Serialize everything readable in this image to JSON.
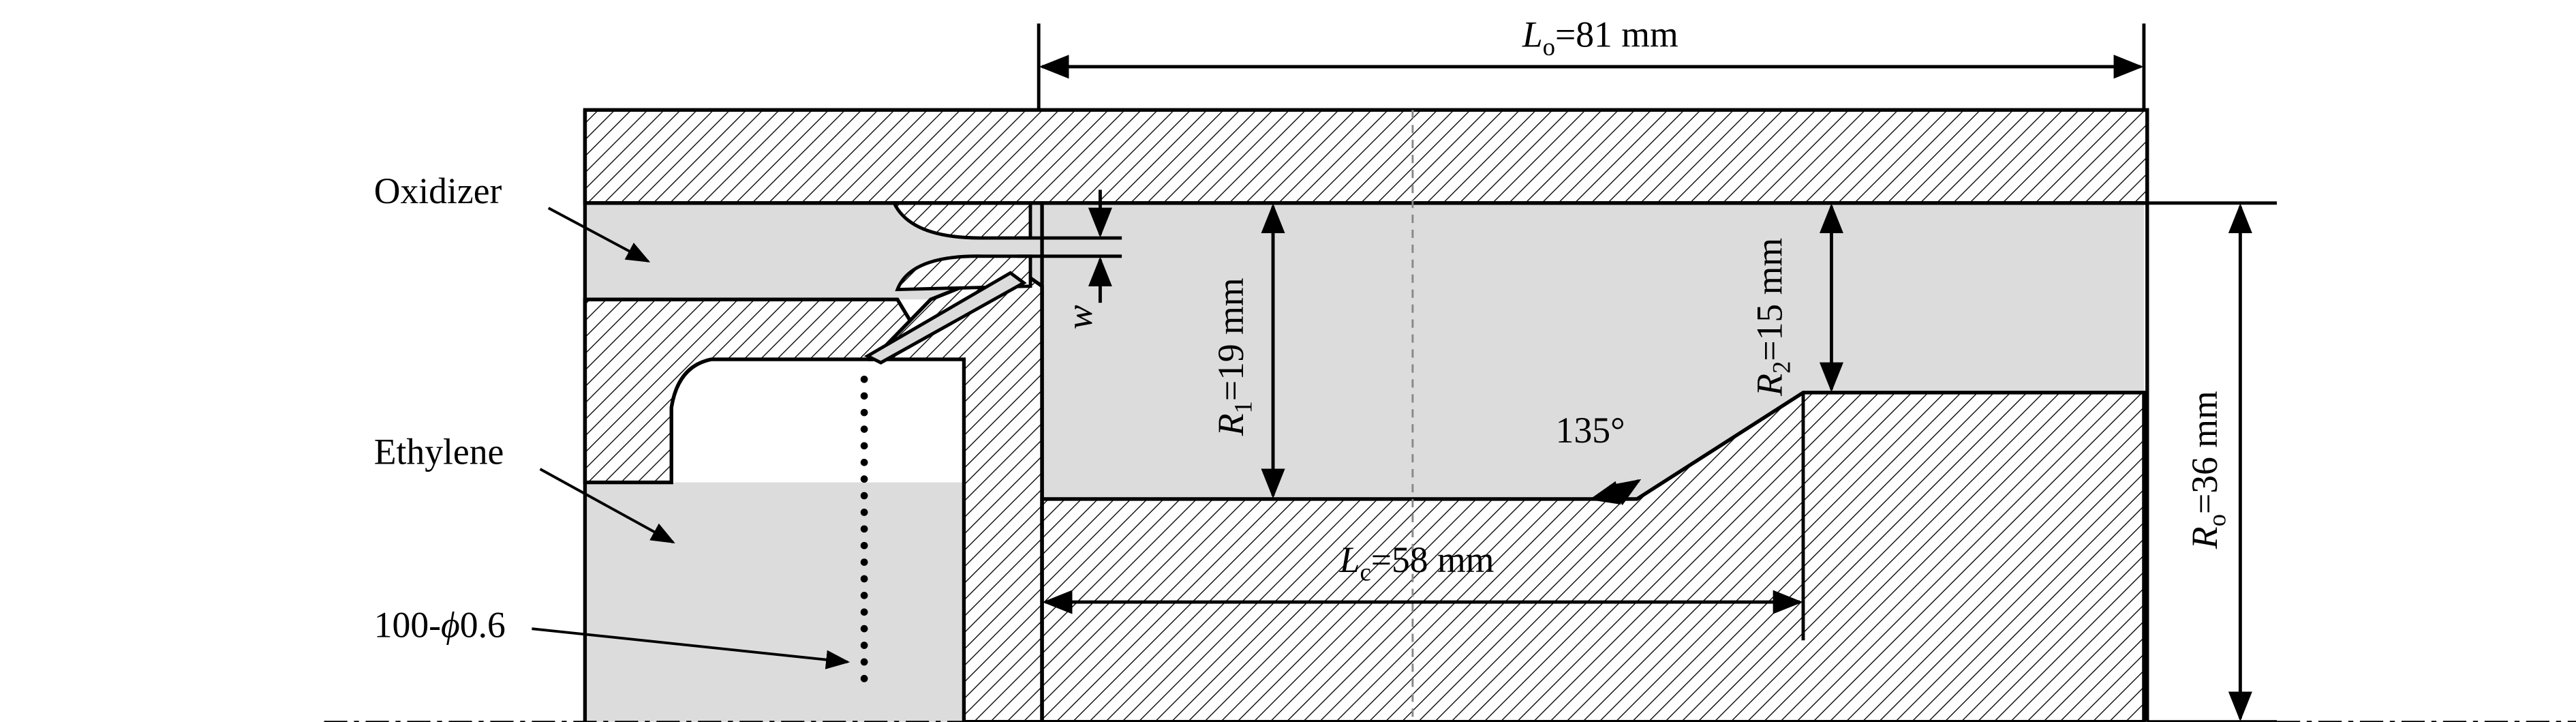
{
  "labels": {
    "oxidizer": "Oxidizer",
    "ethylene": "Ethylene",
    "holes": "100-",
    "holes_phi": "ϕ",
    "holes_size": "0.6",
    "w": "w",
    "angle": "135°"
  },
  "dimensions": {
    "Lo": {
      "symbol": "L",
      "sub": "o",
      "value": "=81 mm"
    },
    "Lc": {
      "symbol": "L",
      "sub": "c",
      "value": "=58 mm"
    },
    "R1": {
      "symbol": "R",
      "sub": "1",
      "value": "=19 mm"
    },
    "R2": {
      "symbol": "R",
      "sub": "2",
      "value": "=15 mm"
    },
    "Ro": {
      "symbol": "R",
      "sub": "o",
      "value": "=36 mm"
    }
  },
  "colors": {
    "gas": "#dcdcdc",
    "line": "#000000",
    "background": "#ffffff"
  }
}
